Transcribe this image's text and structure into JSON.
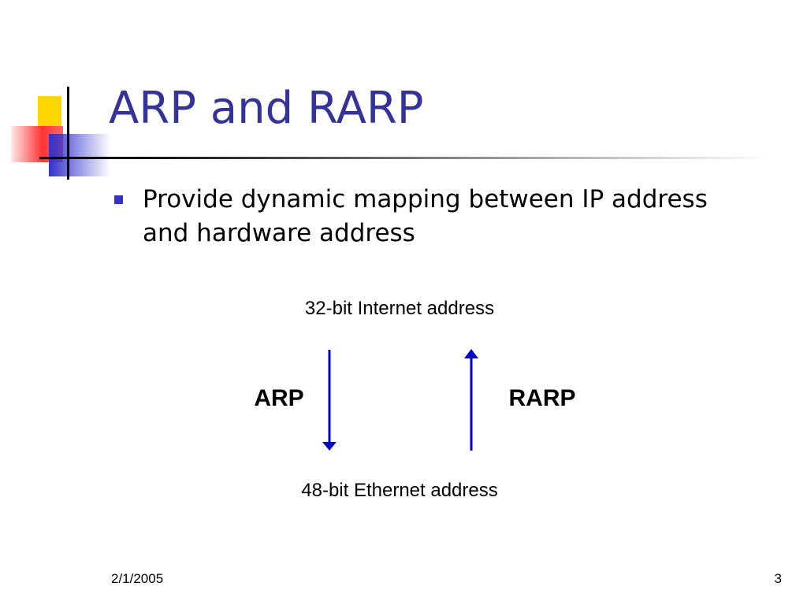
{
  "slide": {
    "title": "ARP and RARP",
    "bullets": [
      "Provide dynamic mapping between IP address and hardware address"
    ]
  },
  "diagram": {
    "top_label": "32-bit Internet address",
    "bottom_label": "48-bit Ethernet address",
    "left_arrow_label": "ARP",
    "right_arrow_label": "RARP",
    "arrow_color": "#0000cc"
  },
  "footer": {
    "date": "2/1/2005",
    "page_number": "3"
  },
  "colors": {
    "title": "#333399",
    "bullet": "#3333cc",
    "logo_yellow": "#ffd700",
    "logo_red": "#ff3333",
    "logo_blue": "#3333cc"
  }
}
